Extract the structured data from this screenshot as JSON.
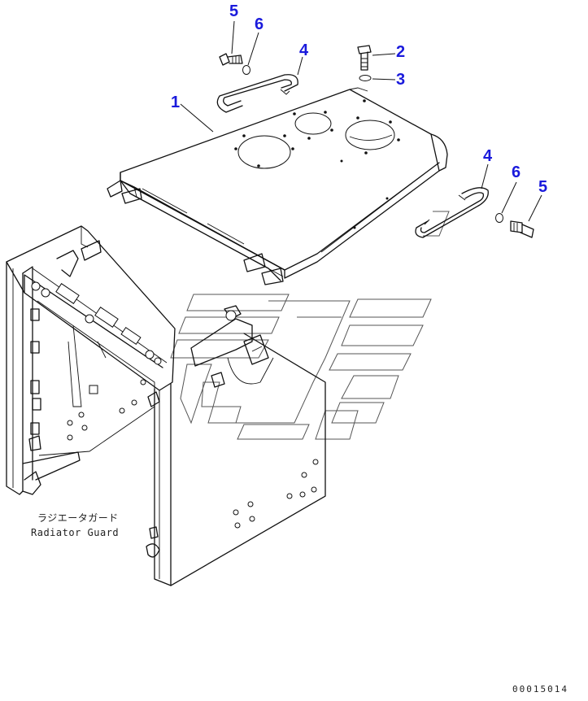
{
  "callouts": [
    {
      "id": "1",
      "label": "1"
    },
    {
      "id": "2",
      "label": "2"
    },
    {
      "id": "3",
      "label": "3"
    },
    {
      "id": "4a",
      "label": "4"
    },
    {
      "id": "5a",
      "label": "5"
    },
    {
      "id": "6a",
      "label": "6"
    },
    {
      "id": "4b",
      "label": "4"
    },
    {
      "id": "5b",
      "label": "5"
    },
    {
      "id": "6b",
      "label": "6"
    }
  ],
  "caption": {
    "japanese": "ラジエータガード",
    "english": "Radiator Guard"
  },
  "document_number": "00015014",
  "colors": {
    "callout": "#1a1adc",
    "line": "#111111",
    "watermark": "#555555"
  }
}
